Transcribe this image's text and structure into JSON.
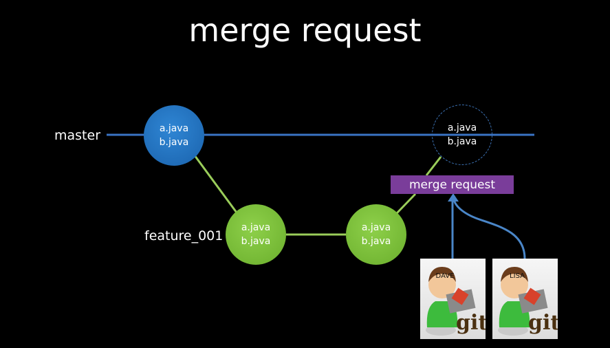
{
  "title": "merge request",
  "branches": {
    "master_label": "master",
    "feature_label": "feature_001"
  },
  "nodes": {
    "master_commit": {
      "file1": "a.java",
      "file2": "b.java"
    },
    "merged_commit": {
      "file1": "a.java",
      "file2": "b.java"
    },
    "feature_commit_1": {
      "file1": "a.java",
      "file2": "b.java"
    },
    "feature_commit_2": {
      "file1": "a.java",
      "file2": "b.java"
    }
  },
  "merge_request_label": "merge request",
  "users": [
    {
      "name": "DAVE",
      "logo_text": "git"
    },
    {
      "name": "LISA",
      "logo_text": "git"
    }
  ],
  "colors": {
    "background": "#000000",
    "master_line": "#3a73c4",
    "feature_line": "#9acd5a",
    "master_node": "#2371bd",
    "feature_node": "#7cc03a",
    "merge_request_box": "#7a3d9a",
    "arrow": "#4a86c8"
  }
}
